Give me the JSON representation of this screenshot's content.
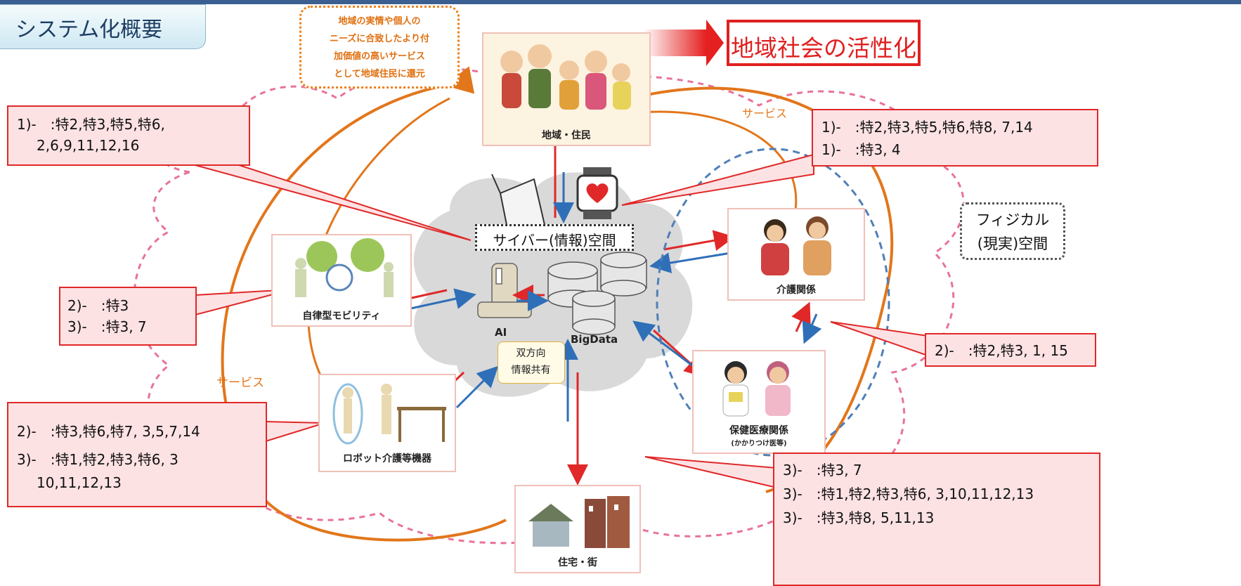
{
  "header": {
    "tab_label": "システム化概要"
  },
  "title_banner": "地域社会の活性化",
  "note_bubble": [
    "地域の実情や個人の",
    "ニーズに合致したより付",
    "加価値の高いサービス",
    "として地域住民に還元"
  ],
  "cyber_label": "サイバー(情報)空間",
  "physical_label": [
    "フィジカル",
    "(現実)空間"
  ],
  "service_labels": {
    "top": "サービス",
    "left": "サービス"
  },
  "center_labels": {
    "ai": "AI",
    "bigdata": "BigData"
  },
  "share_label": [
    "双方向",
    "情報共有"
  ],
  "panels": {
    "residents": "地域・住民",
    "mobility": "自律型モビリティ",
    "robot": "ロボット介護等機器",
    "housing": "住宅・街",
    "care": "介護関係",
    "medical": "保健医療関係",
    "medical_sub": "(かかりつけ医等)"
  },
  "callouts": {
    "top_left": [
      "1)-　:特2,特3,特5,特6,",
      "2,6,9,11,12,16"
    ],
    "mid_left": [
      "2)-　:特3",
      "3)-　:特3, 7"
    ],
    "bottom_left": [
      "2)-　:特3,特6,特7, 3,5,7,14",
      "3)-　:特1,特2,特3,特6, 3",
      "10,11,12,13"
    ],
    "top_right": [
      "1)-　:特2,特3,特5,特6,特8, 7,14",
      "1)-　:特3, 4"
    ],
    "mid_right": [
      "2)-　:特2,特3, 1, 15"
    ],
    "bottom_right": [
      "3)-　:特3, 7",
      "3)-　:特1,特2,特3,特6, 3,10,11,12,13",
      "3)-　:特3,特8, 5,11,13"
    ]
  },
  "colors": {
    "accent_red": "#e02828",
    "orange": "#e2761b",
    "blue": "#2f6fb8",
    "pink_dash": "#e8739a",
    "callout_fill": "#fde2e4"
  }
}
